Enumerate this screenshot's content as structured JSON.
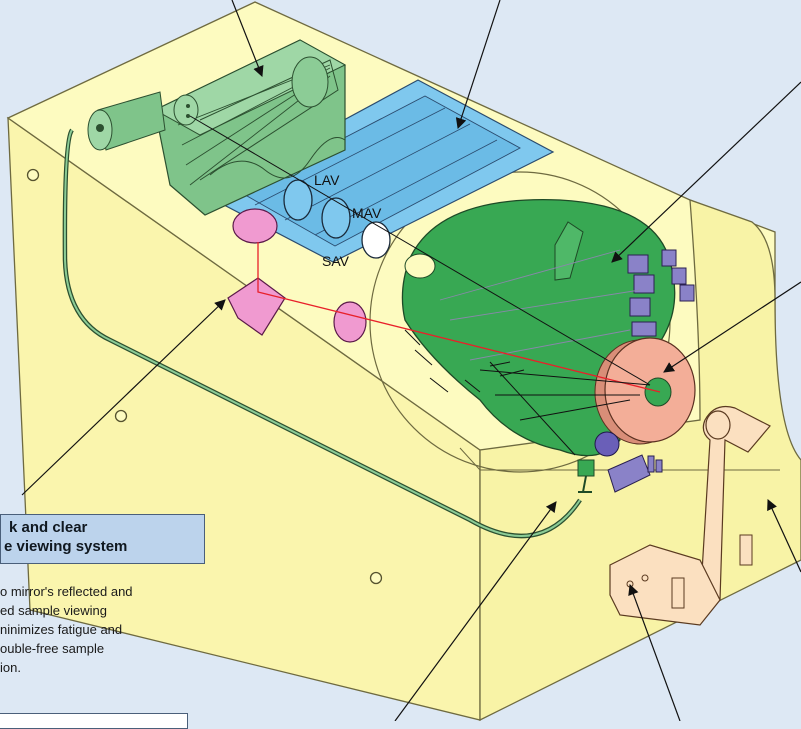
{
  "labels": {
    "lav": "LAV",
    "mav": "MAV",
    "sav": "SAV"
  },
  "callout": {
    "title_line1": "k and clear",
    "title_line2": "e viewing system",
    "description": [
      "o mirror's reflected and",
      "ed sample viewing",
      "ninimizes fatigue and",
      "ouble-free sample",
      "ion."
    ]
  },
  "colors": {
    "background": "#dde8f4",
    "housing": "#fbf8b6",
    "green_module": "#3aaa55",
    "blue_tray": "#7fc8ee",
    "pink_optics": "#f09ad0",
    "salmon_disc": "#f3ae98",
    "peach_arm": "#fbe0c0",
    "purple_parts": "#9088cc",
    "red_beam": "#e8202a"
  }
}
